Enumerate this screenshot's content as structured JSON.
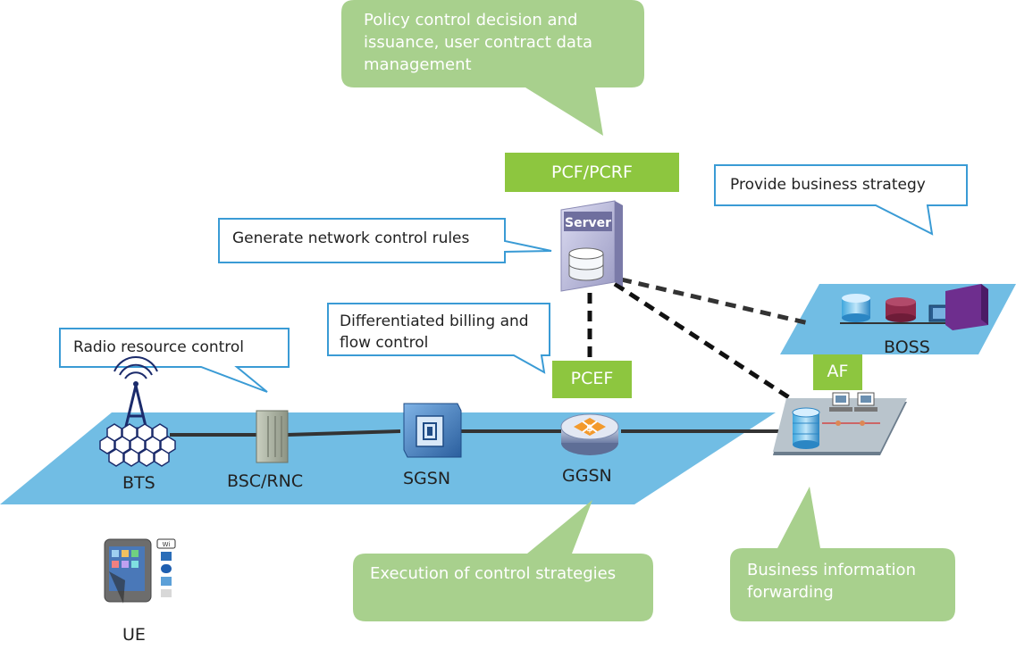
{
  "callouts": {
    "pcf_role": "Policy control decision and issuance, user contract data management",
    "business_strategy": "Provide business strategy",
    "network_rules": "Generate network control rules",
    "billing": "Differentiated billing and flow control",
    "radio": "Radio resource control",
    "execution": "Execution of control strategies",
    "forwarding": "Business information forwarding"
  },
  "tags": {
    "pcf": "PCF/PCRF",
    "pcef": "PCEF",
    "af": "AF"
  },
  "nodes": {
    "bts": "BTS",
    "bsc": "BSC/RNC",
    "sgsn": "SGSN",
    "ggsn": "GGSN",
    "boss": "BOSS",
    "ue": "UE",
    "server_label": "Server"
  },
  "colors": {
    "plane": "#71bde4",
    "green_tag": "#8dc63f",
    "green_callout": "#a8d08d",
    "callout_border": "#3a9bd5"
  }
}
